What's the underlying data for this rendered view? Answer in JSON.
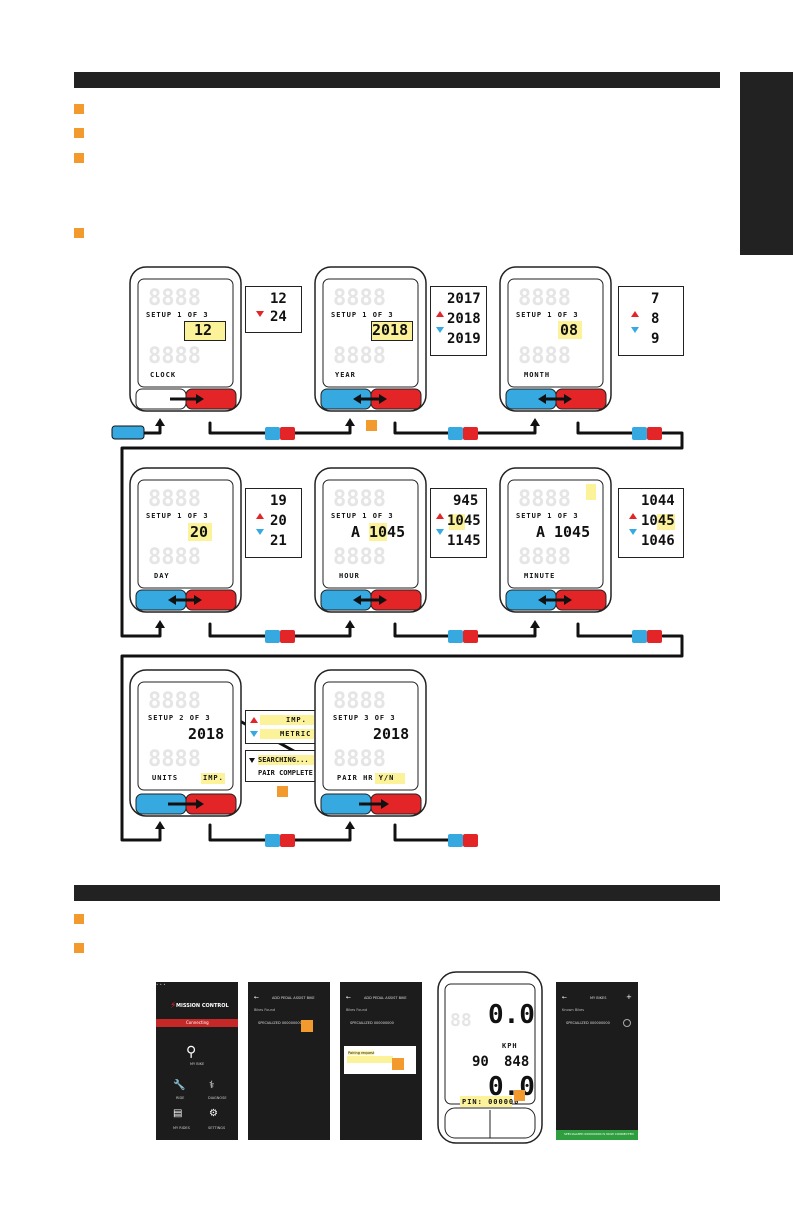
{
  "panel1": {
    "setup_1": "SETUP 1 OF 3",
    "setup_2": "SETUP 2 OF 3",
    "setup_3": "SETUP 3 OF 3",
    "clock": {
      "label": "CLOCK",
      "value": "12",
      "opts": [
        "12",
        "24"
      ]
    },
    "year": {
      "label": "YEAR",
      "value": "2018",
      "opts": [
        "2017",
        "2018",
        "2019"
      ]
    },
    "month": {
      "label": "MONTH",
      "value": "08",
      "opts": [
        "7",
        "8",
        "9"
      ]
    },
    "day": {
      "label": "DAY",
      "value": "20",
      "opts": [
        "19",
        "20",
        "21"
      ]
    },
    "hour": {
      "label": "HOUR",
      "am": "A",
      "value": "1045",
      "opts": [
        "945",
        "1045",
        "1145"
      ]
    },
    "minute": {
      "label": "MINUTE",
      "am": "A",
      "value": "1045",
      "opts": [
        "1044",
        "1045",
        "1046"
      ]
    },
    "units": {
      "label": "UNITS",
      "value": "IMP.",
      "year": "2018",
      "opts": [
        "IMP.",
        "METRIC"
      ]
    },
    "pair": {
      "label": "PAIR HR Y/N",
      "year": "2018",
      "opts": [
        "SEARCHING...",
        "PAIR COMPLETE!"
      ]
    }
  },
  "panel2": {
    "app_title": "MISSION CONTROL",
    "connecting": "Connecting",
    "my_bike": "MY BIKE",
    "ride": "RIDE",
    "diagnose": "DIAGNOSE",
    "my_rides": "MY RIDES",
    "settings": "SETTINGS",
    "add_title": "ADD PEDAL ASSIST BIKE",
    "bikes_found": "Bikes Found",
    "device_id": "SPECIALIZED 000000000",
    "pairing_title": "Pairing request",
    "my_bikes_title": "MY BIKES",
    "known_bikes": "Known Bikes",
    "connected_banner": "SPECIALIZED 000000000 IS NOW CONNECTED",
    "speed": "0.0",
    "kph": "KPH",
    "val_a": "90",
    "val_b": "848",
    "speed2": "0.0",
    "pin": "PIN: 000000"
  },
  "colors": {
    "accent": "#f39a2f",
    "highlight": "#fbf29a",
    "blue": "#36a9e1",
    "red": "#e42528",
    "dark": "#222222"
  }
}
